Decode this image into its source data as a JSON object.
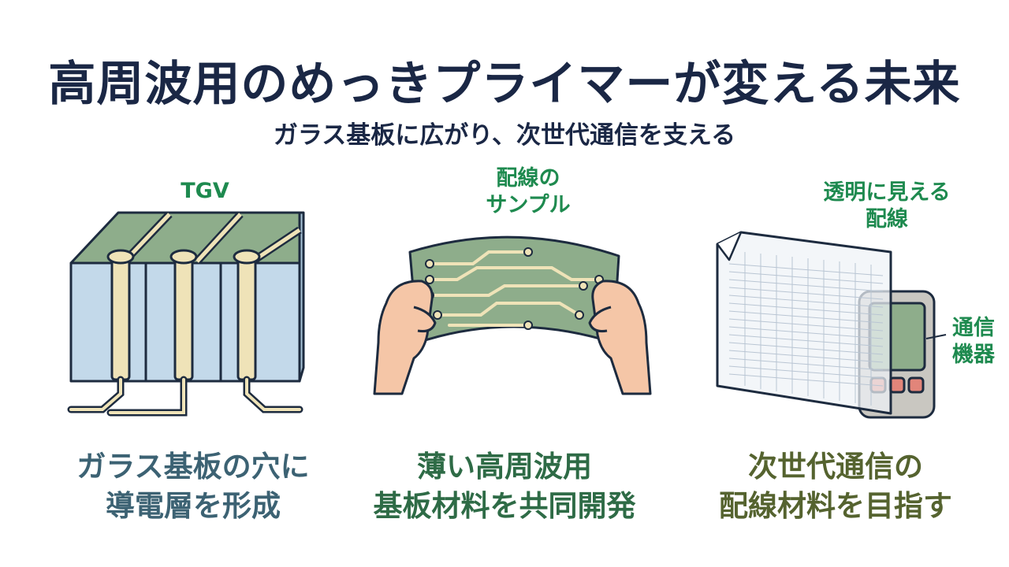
{
  "title": "高周波用のめっきプライマーが変える未来",
  "subtitle": "ガラス基板に広がり、次世代通信を支える",
  "panels": [
    {
      "label": "TGV",
      "caption_lines": [
        "ガラス基板の穴に",
        "導電層を形成"
      ],
      "caption_color": "#3c6273",
      "icon": "tgv-glass-substrate-icon"
    },
    {
      "label_lines": [
        "配線の",
        "サンプル"
      ],
      "caption_lines": [
        "薄い高周波用",
        "基板材料を共同開発"
      ],
      "caption_color": "#2e6b46",
      "icon": "flexible-circuit-sample-icon"
    },
    {
      "label_lines": [
        "透明に見える",
        "配線"
      ],
      "side_label_lines": [
        "通信",
        "機器"
      ],
      "caption_lines": [
        "次世代通信の",
        "配線材料を目指す"
      ],
      "caption_color": "#55632f",
      "icon": "transparent-wiring-device-icon"
    }
  ],
  "colors": {
    "title": "#1a2745",
    "label_green": "#1e8a4f",
    "glass_blue": "#c3d9ea",
    "substrate_green": "#8ead8b",
    "trace_cream": "#efe3b8",
    "outline": "#1d2b3f"
  }
}
